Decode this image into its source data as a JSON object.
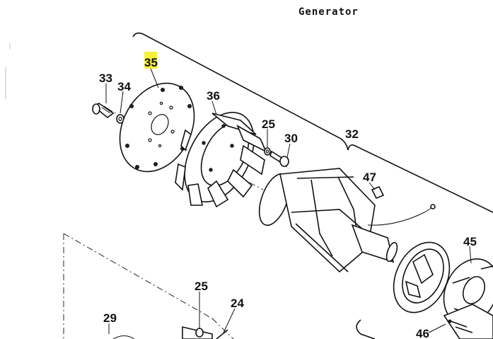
{
  "title": "Generator",
  "callouts": {
    "c33": "33",
    "c34": "34",
    "c35": "35",
    "c36": "36",
    "c25a": "25",
    "c30": "30",
    "c32": "32",
    "c47": "47",
    "c45": "45",
    "c25b": "25",
    "c24": "24",
    "c29": "29",
    "c46": "46"
  },
  "highlight_color": "#f5f03a"
}
